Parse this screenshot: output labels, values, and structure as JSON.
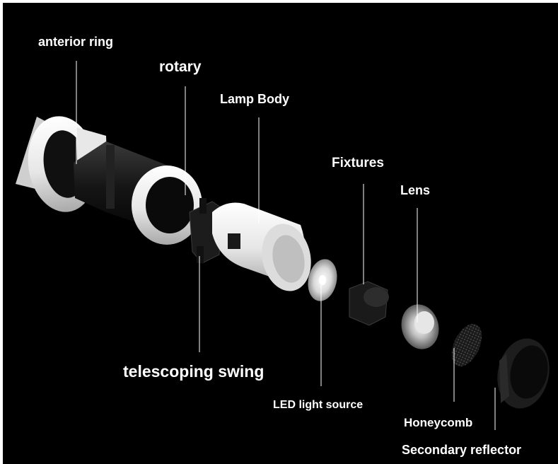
{
  "labels": {
    "anterior_ring": "anterior ring",
    "rotary": "rotary",
    "lamp_body": "Lamp Body",
    "fixtures": "Fixtures",
    "lens": "Lens",
    "telescoping_swing": "telescoping swing",
    "led_light_source": "LED light source",
    "honeycomb": "Honeycomb",
    "secondary_reflector": "Secondary reflector"
  },
  "colors": {
    "background": "#000000",
    "part_white": "#f2f2f2",
    "part_black": "#141414",
    "label_text": "#ffffff",
    "leader_line": "#ffffff"
  }
}
